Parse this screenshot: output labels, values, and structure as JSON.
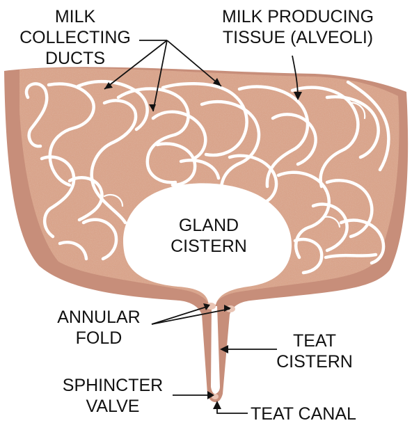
{
  "diagram": {
    "labels": {
      "milk_collecting_ducts": [
        "MILK",
        "COLLECTING",
        "DUCTS"
      ],
      "alveoli": [
        "MILK PRODUCING",
        "TISSUE (ALVEOLI)"
      ],
      "gland_cistern": [
        "GLAND",
        "CISTERN"
      ],
      "annular_fold": [
        "ANNULAR",
        "FOLD"
      ],
      "teat_cistern": [
        "TEAT",
        "CISTERN"
      ],
      "sphincter_valve": [
        "SPHINCTER",
        "VALVE"
      ],
      "teat_canal": "TEAT CANAL"
    },
    "colors": {
      "outer_wall": "#c78e7a",
      "tissue": "#d9a48b",
      "tissue_speckle": "#b9826a",
      "ducts": "#ffffff",
      "cistern": "#ffffff",
      "text": "#111111",
      "canal_tip": "#e9c4b4"
    }
  }
}
